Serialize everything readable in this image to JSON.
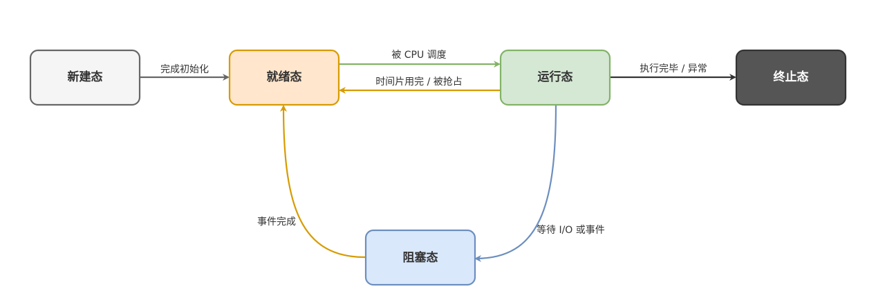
{
  "nodes": {
    "new": {
      "label": "新建态",
      "fill": "#f5f5f5",
      "stroke": "#666666",
      "text": "#333333"
    },
    "ready": {
      "label": "就绪态",
      "fill": "#ffe6cc",
      "stroke": "#d79b00",
      "text": "#333333"
    },
    "running": {
      "label": "运行态",
      "fill": "#d5e8d4",
      "stroke": "#82b366",
      "text": "#333333"
    },
    "terminated": {
      "label": "终止态",
      "fill": "#555555",
      "stroke": "#333333",
      "text": "#ffffff"
    },
    "blocked": {
      "label": "阻塞态",
      "fill": "#dae8fc",
      "stroke": "#6c8ebf",
      "text": "#333333"
    }
  },
  "edges": {
    "new_to_ready": {
      "label": "完成初始化",
      "color": "#666666"
    },
    "ready_to_running": {
      "label": "被 CPU 调度",
      "color": "#82b366"
    },
    "running_to_ready": {
      "label": "时间片用完 / 被抢占",
      "color": "#d79b00"
    },
    "running_to_terminal": {
      "label": "执行完毕 / 异常",
      "color": "#333333"
    },
    "running_to_blocked": {
      "label": "等待 I/O 或事件",
      "color": "#6c8ebf"
    },
    "blocked_to_ready": {
      "label": "事件完成",
      "color": "#d79b00"
    }
  }
}
